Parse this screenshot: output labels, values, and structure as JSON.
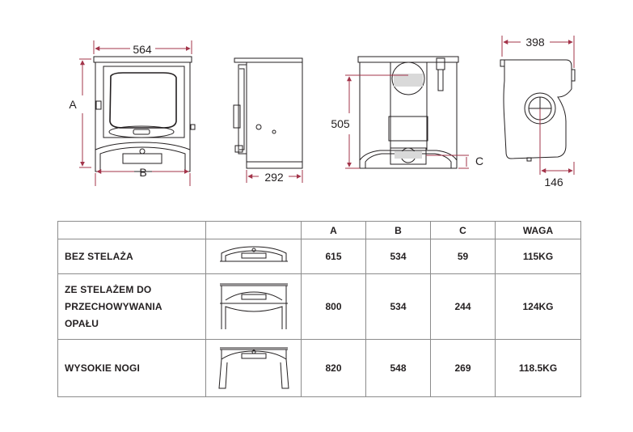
{
  "dimensions": {
    "width_front": "564",
    "label_a": "A",
    "label_b": "B",
    "depth_side": "292",
    "height_rear": "505",
    "label_c": "C",
    "depth_top": "398",
    "flue_offset": "146"
  },
  "table": {
    "headers": [
      "",
      "",
      "A",
      "B",
      "C",
      "WAGA"
    ],
    "rows": [
      {
        "label_lines": [
          "BEZ STELAŻA"
        ],
        "icon": "stove-base-icon",
        "a": "615",
        "b": "534",
        "c": "59",
        "waga": "115KG"
      },
      {
        "label_lines": [
          "ZE STELAŻEM DO",
          "PRZECHOWYWANIA",
          "OPAŁU"
        ],
        "icon": "log-store-stand-icon",
        "a": "800",
        "b": "534",
        "c": "244",
        "waga": "124KG"
      },
      {
        "label_lines": [
          "WYSOKIE NOGI"
        ],
        "icon": "high-legs-stand-icon",
        "a": "820",
        "b": "548",
        "c": "269",
        "waga": "118.5KG"
      }
    ]
  },
  "colors": {
    "dimension_line": "#a3344a",
    "line": "#231f20",
    "border": "#8c8c8c"
  }
}
